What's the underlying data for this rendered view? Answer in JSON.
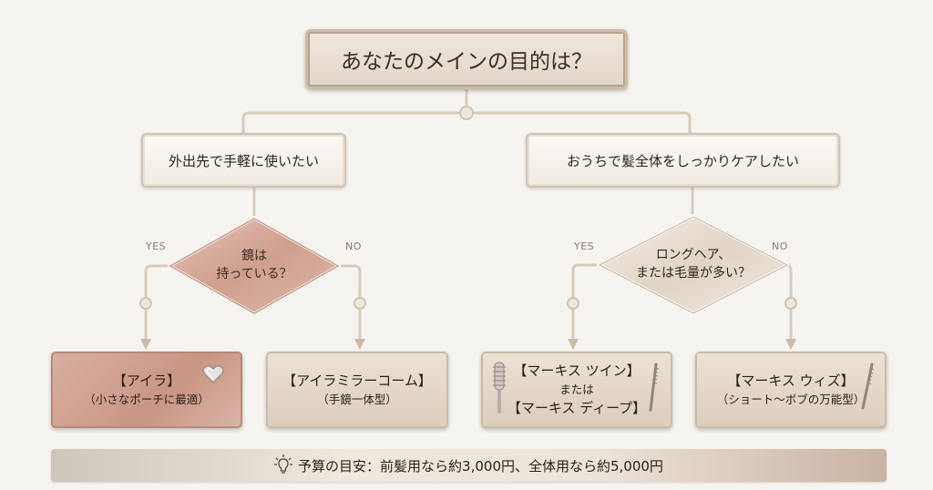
{
  "root": {
    "question": "あなたのメインの目的は？"
  },
  "branches": [
    {
      "label": "外出先で手軽に使いたい",
      "decision": {
        "line1": "鏡は",
        "line2": "持っている？"
      },
      "yes_label": "YES",
      "no_label": "NO",
      "yes_result": {
        "line1": "【アイラ】",
        "line2": "（小さなポーチに最適）",
        "icon": "heart-compact-mirror-icon"
      },
      "no_result": {
        "line1": "【アイラミラーコーム】",
        "line2": "（手鏡一体型）"
      }
    },
    {
      "label": "おうちで髪全体をしっかりケアしたい",
      "decision": {
        "line1": "ロングヘア、",
        "line2": "または毛量が多い？"
      },
      "yes_label": "YES",
      "no_label": "NO",
      "yes_result": {
        "line1": "【マーキス ツイン】",
        "line2": "または",
        "line3": "【マーキス ディープ】",
        "icons": [
          "round-brush-icon",
          "comb-icon"
        ]
      },
      "no_result": {
        "line1": "【マーキス ウィズ】",
        "line2": "（ショート〜ボブの万能型）",
        "icon": "comb-icon"
      }
    }
  ],
  "footer": {
    "text": "予算の目安：前髪用なら約3,000円、全体用なら約5,000円",
    "icon": "lightbulb-icon"
  },
  "colors": {
    "rose_gold": "#c99584",
    "champagne": "#dccdbd",
    "connector": "#d8cbbd",
    "text": "#2e2622"
  }
}
